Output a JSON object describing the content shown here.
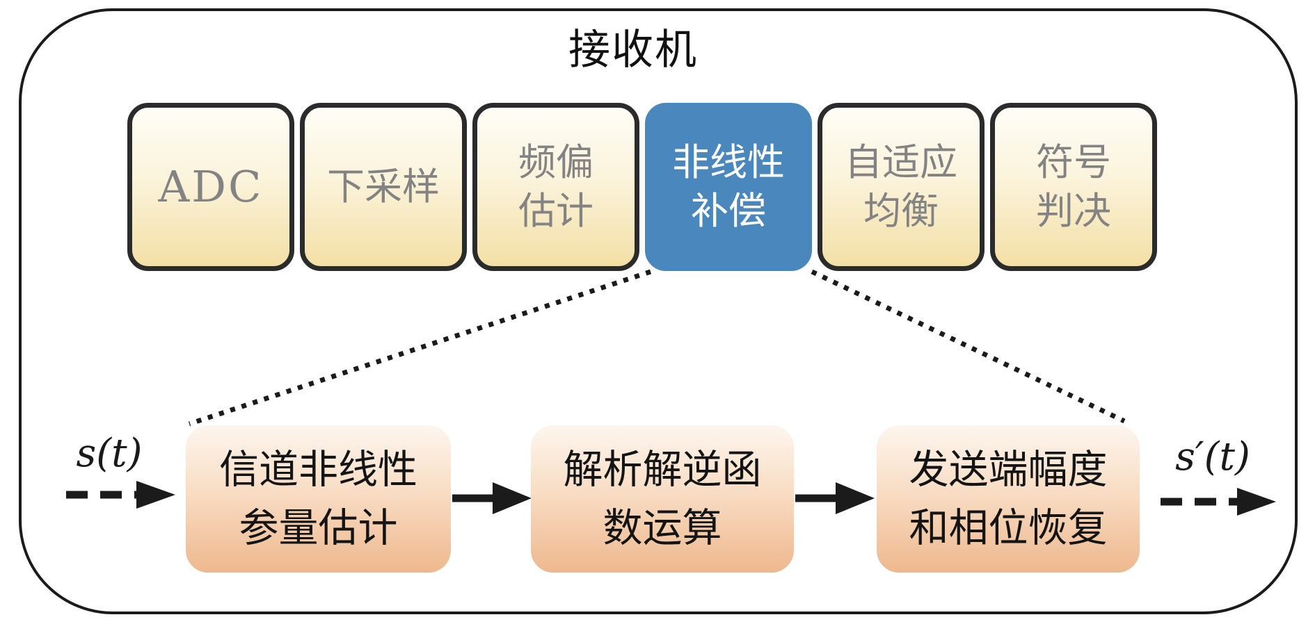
{
  "receiver": {
    "title": "接收机",
    "pipeline": [
      {
        "id": "adc",
        "line1": "ADC"
      },
      {
        "id": "downsampling",
        "line1": "下采样"
      },
      {
        "id": "frequency-offset-estimation",
        "line1": "频偏",
        "line2": "估计"
      },
      {
        "id": "nonlinear-compensation",
        "line1": "非线性",
        "line2": "补偿",
        "highlighted": true
      },
      {
        "id": "adaptive-equalization",
        "line1": "自适应",
        "line2": "均衡"
      },
      {
        "id": "symbol-decision",
        "line1": "符号",
        "line2": "判决"
      }
    ]
  },
  "nonlinear_compensation_detail": {
    "input_label": "s(t)",
    "output_label": "s′(t)",
    "steps": [
      {
        "id": "channel-nonlinear-parameter-estimation",
        "line1": "信道非线性",
        "line2": "参量估计"
      },
      {
        "id": "analytical-inverse-function-operation",
        "line1": "解析解逆函",
        "line2": "数运算"
      },
      {
        "id": "transmitter-amplitude-phase-recovery",
        "line1": "发送端幅度",
        "line2": "和相位恢复"
      }
    ]
  },
  "colors": {
    "highlight_blue": "#4a87bd",
    "pipeline_block_gradient_top": "#fefdf7",
    "pipeline_block_gradient_bottom": "#f3e0a6",
    "pipeline_block_border": "#2b2b2b",
    "pipeline_block_text": "#838383",
    "step_block_gradient_top": "#fdf6ef",
    "step_block_gradient_bottom": "#eeb88d",
    "step_block_text": "#141414",
    "frame_border": "#1b1b1b",
    "highlight_text": "#ffffff"
  }
}
